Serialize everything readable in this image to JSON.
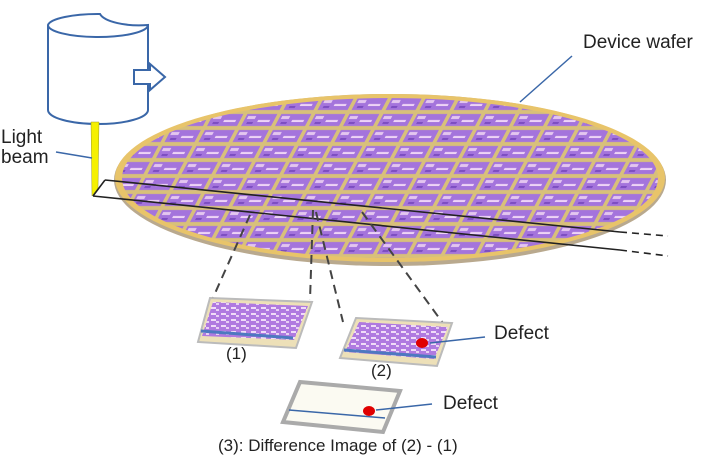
{
  "labels": {
    "device_wafer": "Device wafer",
    "light_line1": "Light",
    "light_line2": "beam",
    "img1": "(1)",
    "img2": "(2)",
    "defect_2": "Defect",
    "defect_3": "Defect",
    "caption": "(3): Difference Image of (2) - (1)"
  },
  "colors": {
    "wafer_rim": "#e8c46a",
    "die_purple": "#a070d8",
    "beam": "#f5f000",
    "outline_blue": "#3a67a8",
    "defect_red": "#e00000"
  }
}
